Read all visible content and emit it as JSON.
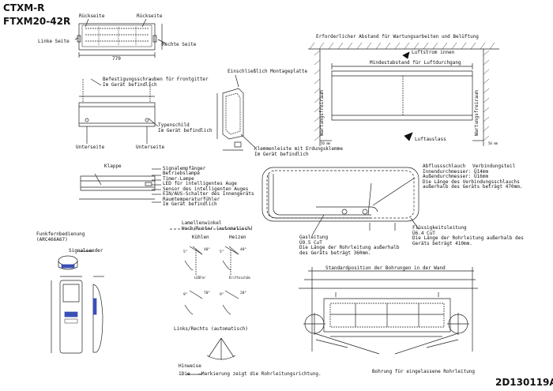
{
  "title": {
    "line1": "CTXM-R",
    "line2": "FTXM20-42R"
  },
  "drawing_code": "2D130119A",
  "views": {
    "back_left": "Rückseite",
    "back_right": "Rückseite",
    "left_side": "Linke Seite",
    "right_side": "Rechte Seite",
    "screws": "Befestigungsschrauben für Frontgitter\nIm Gerät befindlich",
    "plate": "Einschließlich Montageplatte",
    "nameplate": "Typenschild\nIm Gerät befindlich",
    "underside_left": "Unterseite",
    "underside_right": "Unterseite",
    "terminal": "Klemmenleiste mit Erdungsklemme\nIm Gerät befindlich",
    "flap": "Klappe",
    "front_labels": "Signalempfänger\nBetriebslampe\nTimer-Lampe\nLED für intelligentes Auge\nSensor des intelligenten Auges\nEIN/AUS-Schalter des Innengeräts\nRaumtemperaturfühler\nIm Gerät befindlich"
  },
  "clearance": {
    "title": "Erforderlicher Abstand für Wartungsarbeiten und Belüftung",
    "air_in": "Luftstrom innen",
    "min_distance": "Mindestabstand für Luftdurchgang",
    "service_left": "Wartungsfreiraum",
    "service_right": "Wartungsfreiraum",
    "air_out": "Luftauslass",
    "dim_left": "50 mm",
    "dim_right": "50 mm"
  },
  "piping": {
    "drain_hose": "Abflussschlauch\nInnendurchmesser: Ü14mm\nAußendurchmesser: Ü16mm\nDie Länge des Verbindungsschlauchs\naußerhalb des Geräts beträgt 470mm.",
    "connector": "Verbindungsteil",
    "gas_line": "Gasleitung\nÜ9.5 CuT\nDie Länge der Rohrleitung außerhalb\ndes Geräts beträgt 360mm.",
    "liquid_line": "Flüssigkeitsleitung\nÜ6.4 CuT\nDie Länge der Rohrleitung außerhalb des\nGeräts beträgt 410mm."
  },
  "remote": {
    "label": "Funkfernbedienung\n(ARC466A67)",
    "sender": "Signalsender"
  },
  "louvers": {
    "title": "Lamellenwinkel\nHoch/Runter (automatisch)",
    "cooling": "Kühlen",
    "heating": "Heizen",
    "left_right": "Links/Rechts (automatisch)",
    "angles": [
      "5°",
      "40°",
      "5°",
      "40°",
      "9°",
      "70°",
      "9°",
      "20°"
    ],
    "mode_a": "LEDFer",
    "mode_b": "Drifteschäm"
  },
  "holes": {
    "title": "Standardposition der Bohrungen in der Wand",
    "pipe_hole": "Bohrung für eingelassene Rohrleitung"
  },
  "notes": {
    "heading": "Hinweise",
    "note1": "1Die   —Markierung zeigt die Rohrleitungsrichtung."
  },
  "dims": {
    "width": "770"
  }
}
